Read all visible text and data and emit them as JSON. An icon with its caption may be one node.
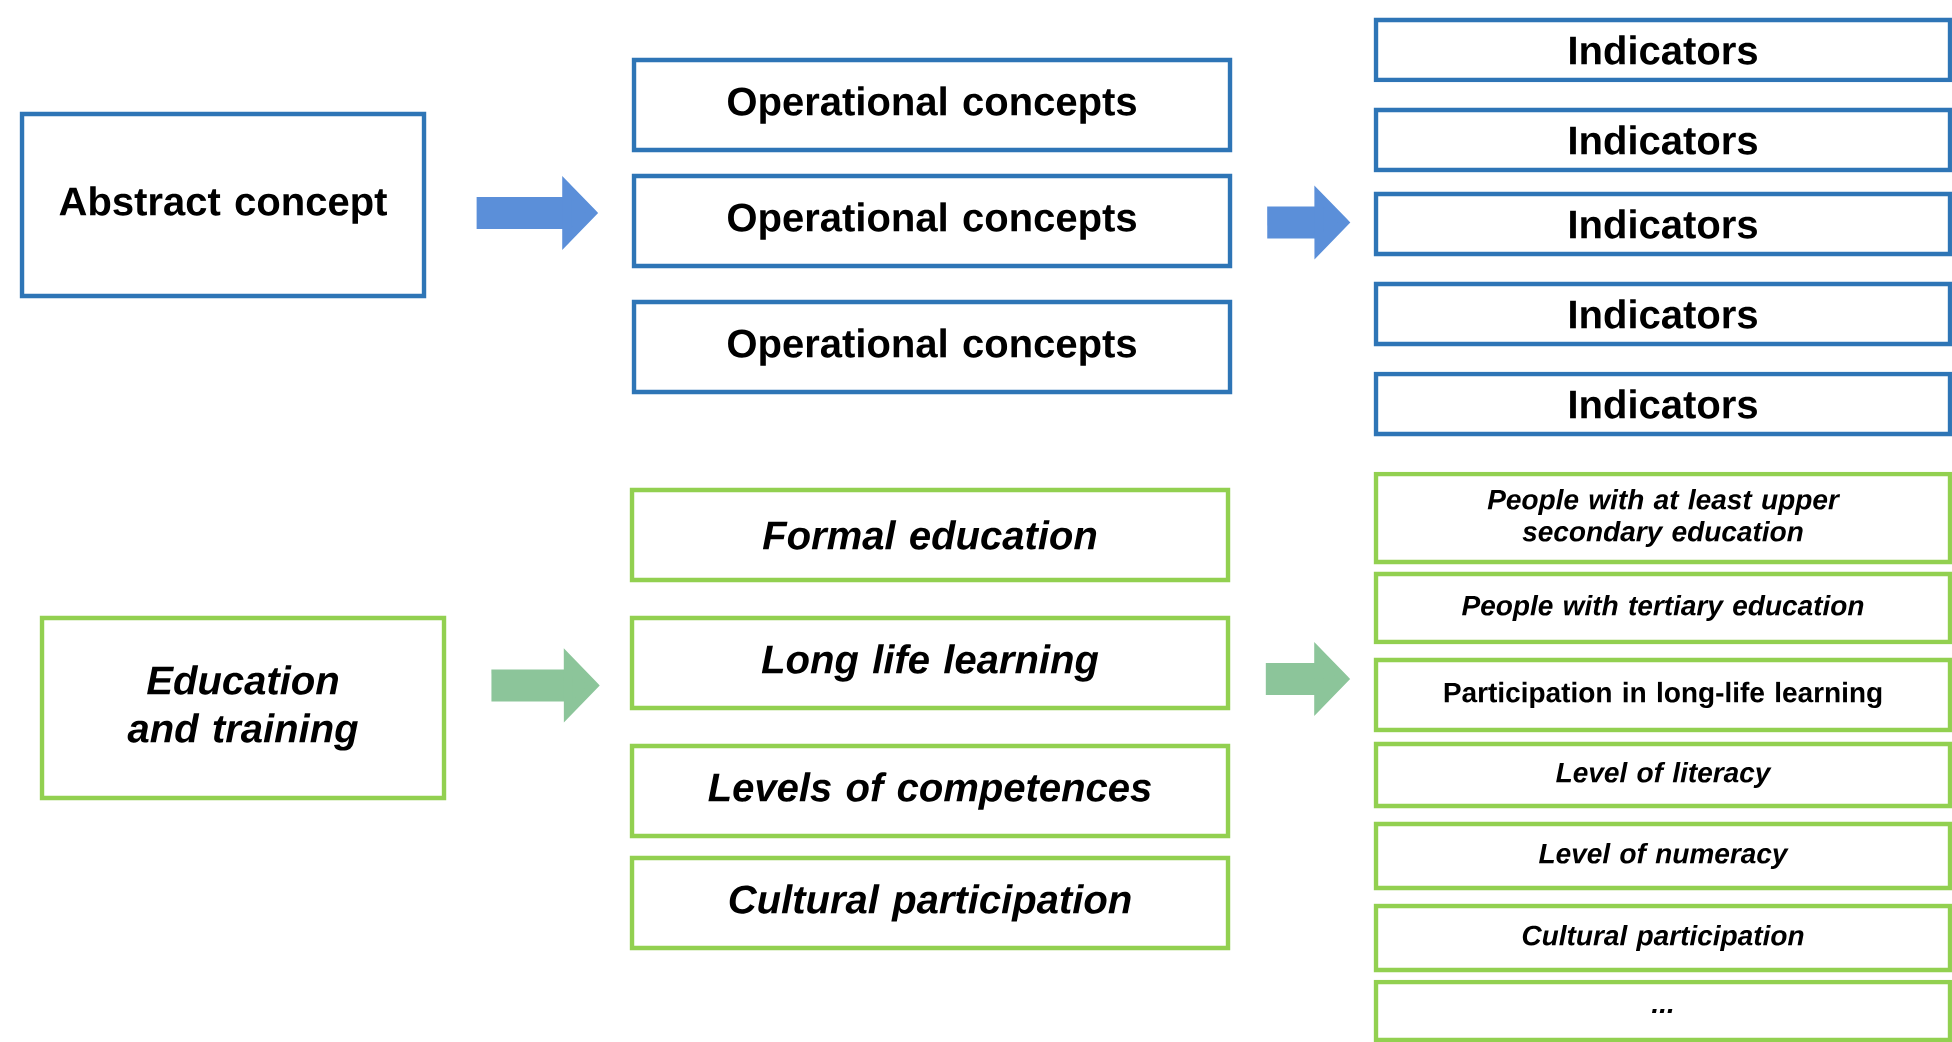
{
  "diagram": {
    "nodes": [
      {
        "text": [
          "Abstract concept"
        ]
      },
      {
        "text": [
          "Operational concepts"
        ]
      },
      {
        "text": [
          "Operational concepts"
        ]
      },
      {
        "text": [
          "Operational concepts"
        ]
      },
      {
        "text": [
          "Indicators"
        ]
      },
      {
        "text": [
          "Indicators"
        ]
      },
      {
        "text": [
          "Indicators"
        ]
      },
      {
        "text": [
          "Indicators"
        ]
      },
      {
        "text": [
          "Indicators"
        ]
      },
      {
        "text": [
          "Education and training"
        ]
      },
      {
        "text": [
          "Formal education"
        ]
      },
      {
        "text": [
          "Long life learning"
        ]
      },
      {
        "text": [
          "Levels of competences"
        ]
      },
      {
        "text": [
          "Cultural participation"
        ]
      },
      {
        "text": [
          "People with at least upper secondary education"
        ]
      },
      {
        "text": [
          "People with tertiary education"
        ]
      },
      {
        "text": [
          "Participation in long-life learning"
        ]
      },
      {
        "text": [
          "Level of literacy"
        ]
      },
      {
        "text": [
          "Level of numeracy"
        ]
      },
      {
        "text": [
          "Cultural participation"
        ]
      },
      {
        "text": [
          "..."
        ]
      }
    ],
    "edges": [
      {
        "from": 0,
        "to": 2,
        "arrow": "to",
        "color": "#5b8fd9"
      },
      {
        "from": 2,
        "to": 6,
        "arrow": "to",
        "color": "#5b8fd9"
      },
      {
        "from": 9,
        "to": 11,
        "arrow": "to",
        "color": "#8cc59a"
      },
      {
        "from": 11,
        "to": 16,
        "arrow": "to",
        "color": "#8cc59a"
      }
    ]
  }
}
